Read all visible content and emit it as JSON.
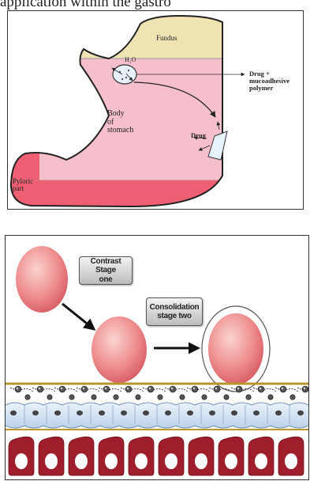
{
  "top_text": "application within the gastro",
  "stomach_diagram": {
    "fundus_label": "Fundus",
    "water_label": "H₂O",
    "drug_polymer_label": [
      "Drug +",
      "mucoadhesive",
      "polymer"
    ],
    "body_label": [
      "Body",
      "of",
      "stomach"
    ],
    "drug_label": "Drug",
    "pyloric_label": [
      "Pyloric",
      "part"
    ],
    "colors": {
      "fundus": "#efe3b4",
      "body": "#f6bfcc",
      "pyloric": "#ef5f74",
      "outline": "#222222"
    }
  },
  "mucoadhesion_diagram": {
    "stage_one_label": [
      "Contrast Stage",
      "one"
    ],
    "stage_two_label": [
      "Consolidation",
      "stage two"
    ],
    "colors": {
      "particle": "#e8757a",
      "mucus_line": "#b8962c",
      "epithelial_cell": "#9e1f2b",
      "tissue": "#cfe0f0"
    }
  }
}
